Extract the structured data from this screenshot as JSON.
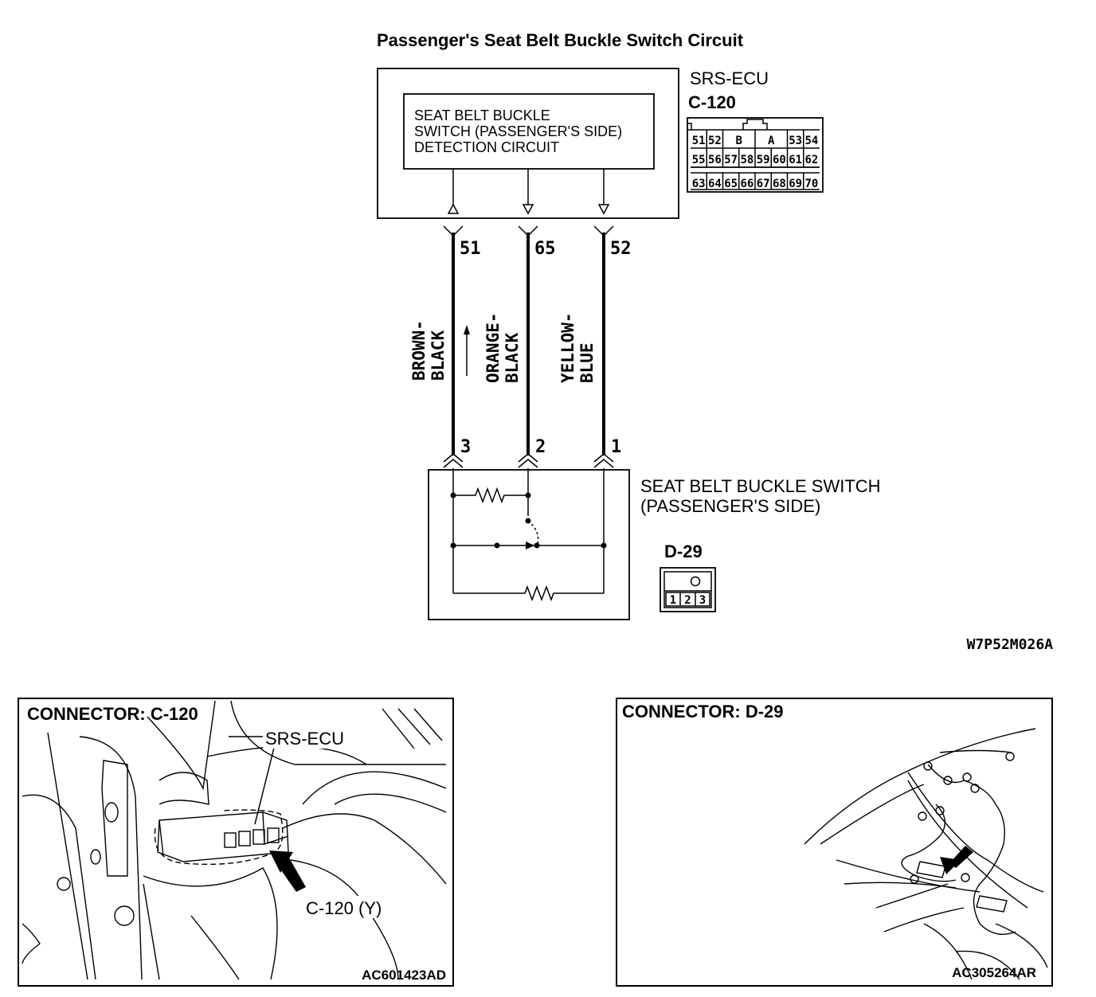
{
  "title": "Passenger's Seat Belt Buckle Switch Circuit",
  "ecu": {
    "name": "SRS-ECU",
    "connector": "C-120",
    "inner_lines": [
      "SEAT BELT BUCKLE",
      "SWITCH (PASSENGER'S SIDE)",
      "DETECTION CIRCUIT"
    ],
    "connector_face": {
      "row1": [
        "51",
        "52",
        "B",
        "A",
        "53",
        "54"
      ],
      "row2": [
        "55",
        "56",
        "57",
        "58",
        "59",
        "60",
        "61",
        "62"
      ],
      "row3": [
        "63",
        "64",
        "65",
        "66",
        "67",
        "68",
        "69",
        "70"
      ]
    }
  },
  "wires": [
    {
      "ecu_pin": "51",
      "switch_pin": "3",
      "color_line1": "BROWN-",
      "color_line2": "BLACK"
    },
    {
      "ecu_pin": "65",
      "switch_pin": "2",
      "color_line1": "ORANGE-",
      "color_line2": "BLACK"
    },
    {
      "ecu_pin": "52",
      "switch_pin": "1",
      "color_line1": "YELLOW-",
      "color_line2": "BLUE"
    }
  ],
  "switch": {
    "name_line1": "SEAT BELT BUCKLE SWITCH",
    "name_line2": "(PASSENGER'S SIDE)",
    "connector": "D-29",
    "connector_face": {
      "pins": [
        "1",
        "2",
        "3"
      ]
    }
  },
  "diagram_code": "W7P52M026A",
  "panels": [
    {
      "title": "CONNECTOR: C-120",
      "label_ecu": "SRS-ECU",
      "label_conn": "C-120 (Y)",
      "code": "AC601423AD"
    },
    {
      "title": "CONNECTOR: D-29",
      "code": "AC305264AR"
    }
  ]
}
